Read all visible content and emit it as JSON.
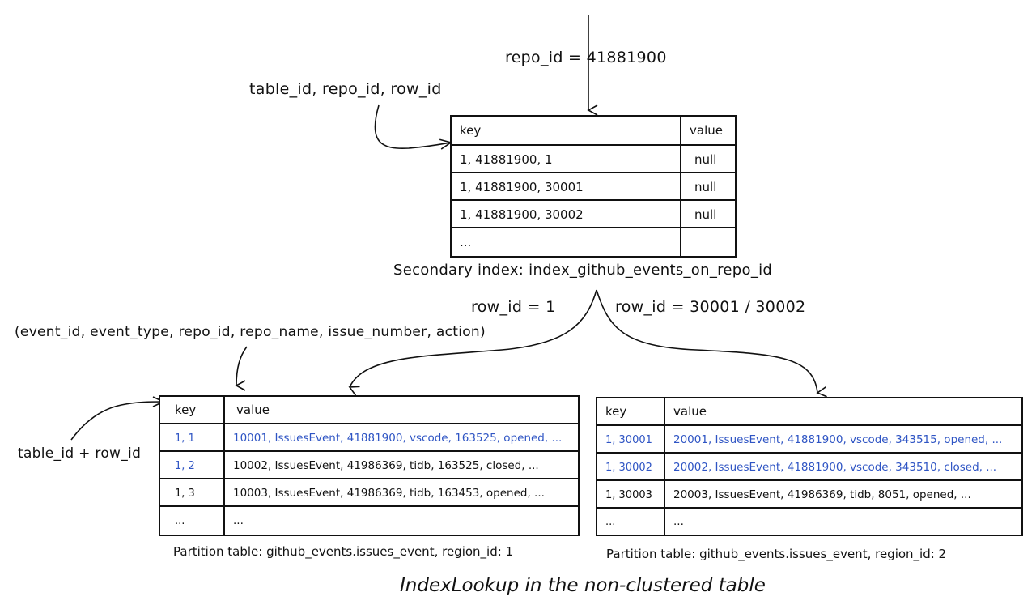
{
  "labels": {
    "repo_filter": "repo_id = 41881900",
    "index_key_format": "table_id, repo_id, row_id",
    "index_caption": "Secondary index: index_github_events_on_repo_id",
    "row_id_left": "row_id = 1",
    "row_id_right": "row_id = 30001 / 30002",
    "value_format": "(event_id, event_type, repo_id, repo_name, issue_number, action)",
    "partition_key_format": "table_id + row_id",
    "partition1_caption": "Partition table: github_events.issues_event, region_id: 1",
    "partition2_caption": "Partition table: github_events.issues_event, region_id: 2",
    "diagram_title": "IndexLookup in the non-clustered table"
  },
  "colors": {
    "ink": "#111111",
    "highlight": "#2f55c4"
  },
  "index_table": {
    "headers": {
      "key": "key",
      "value": "value"
    },
    "rows": [
      {
        "key": "1, 41881900, 1",
        "value": "null"
      },
      {
        "key": "1, 41881900, 30001",
        "value": "null"
      },
      {
        "key": "1, 41881900, 30002",
        "value": "null"
      },
      {
        "key": "...",
        "value": ""
      }
    ]
  },
  "partition1": {
    "headers": {
      "key": "key",
      "value": "value"
    },
    "rows": [
      {
        "key": "1, 1",
        "value": "10001, IssuesEvent, 41881900, vscode, 163525, opened, ...",
        "highlight": true
      },
      {
        "key": "1, 2",
        "value": "10002, IssuesEvent, 41986369, tidb, 163525, closed, ...",
        "highlight": false,
        "key_highlight": true
      },
      {
        "key": "1, 3",
        "value": "10003, IssuesEvent, 41986369, tidb, 163453, opened, ...",
        "highlight": false
      },
      {
        "key": "...",
        "value": "...",
        "highlight": false
      }
    ]
  },
  "partition2": {
    "headers": {
      "key": "key",
      "value": "value"
    },
    "rows": [
      {
        "key": "1, 30001",
        "value": "20001, IssuesEvent, 41881900, vscode, 343515, opened, ...",
        "highlight": true
      },
      {
        "key": "1, 30002",
        "value": "20002, IssuesEvent, 41881900, vscode, 343510, closed, ...",
        "highlight": true
      },
      {
        "key": "1, 30003",
        "value": "20003, IssuesEvent, 41986369, tidb, 8051, opened, ...",
        "highlight": false
      },
      {
        "key": "...",
        "value": "...",
        "highlight": false
      }
    ]
  }
}
